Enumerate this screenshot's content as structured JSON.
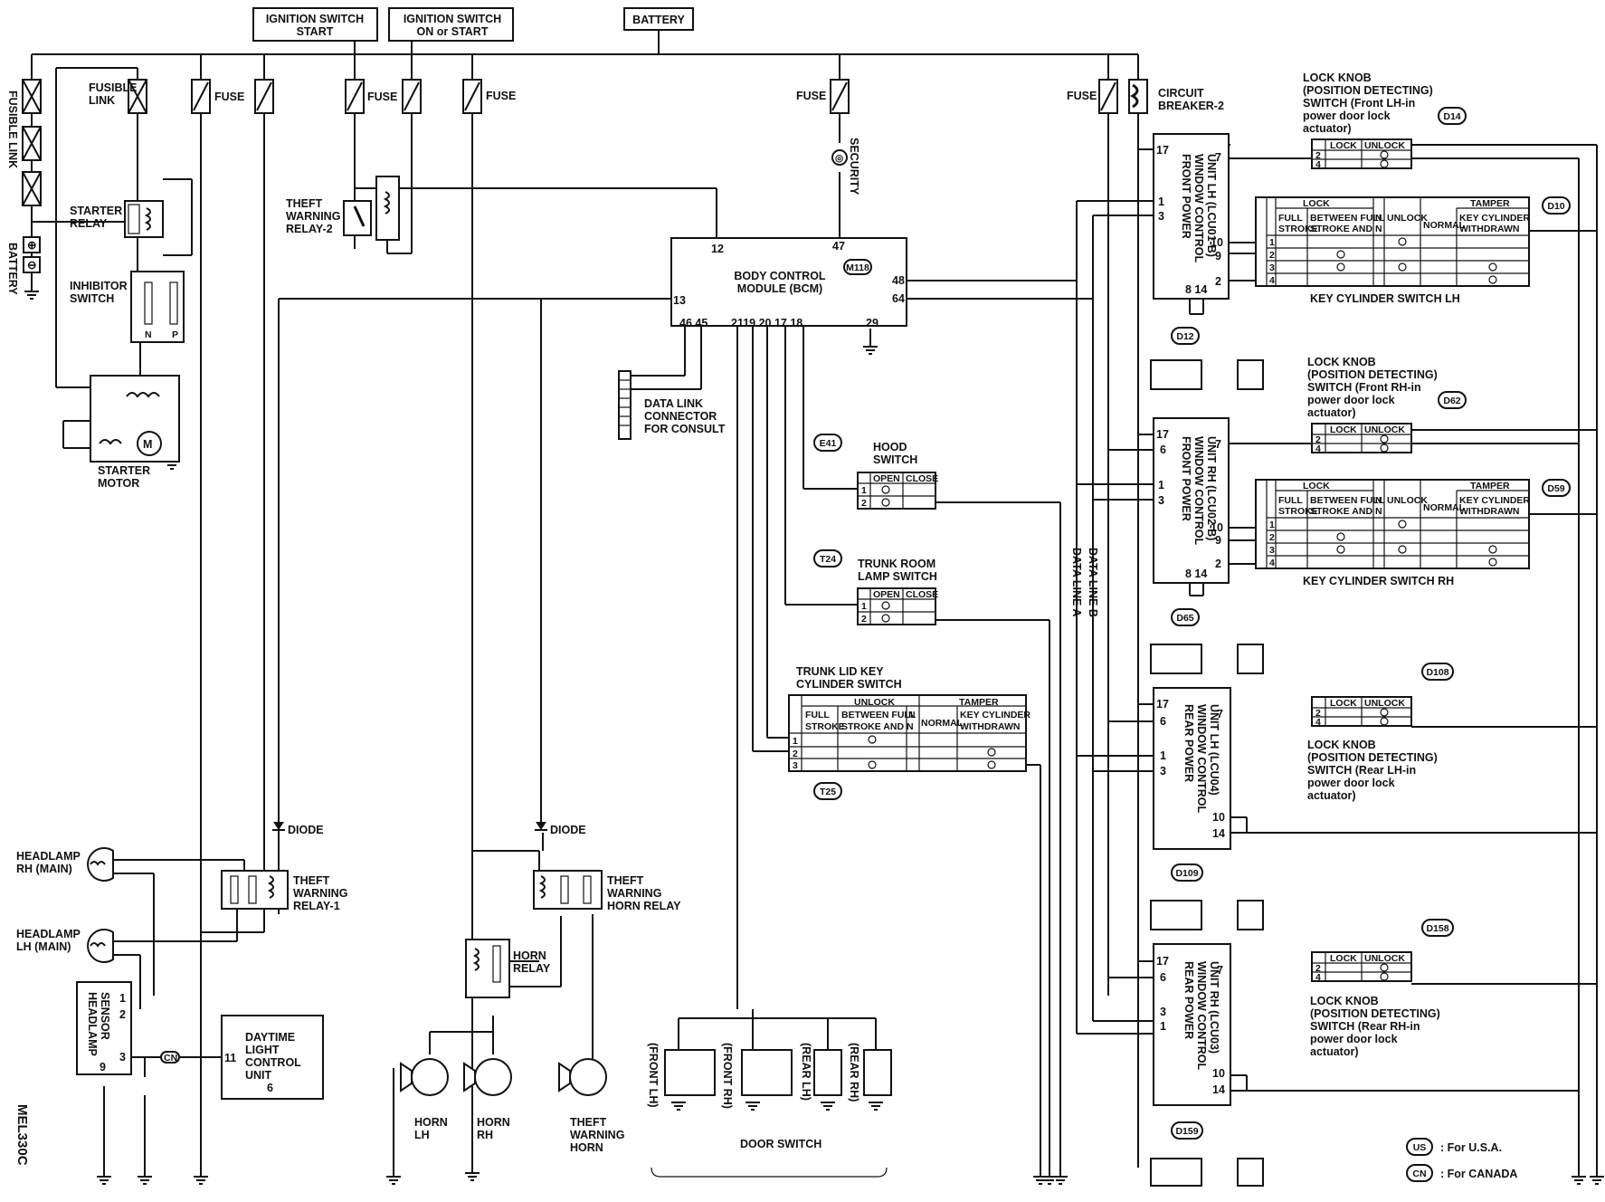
{
  "top": {
    "ign_start_1": "IGNITION SWITCH",
    "ign_start_2": "START",
    "ign_on_1": "IGNITION SWITCH",
    "ign_on_2": "ON or START",
    "battery": "BATTERY"
  },
  "labels": {
    "fusible_link_1": "FUSIBLE",
    "fusible_link_2": "LINK",
    "fusible_link_vertical": "FUSIBLE LINK",
    "battery_vertical": "BATTERY",
    "fuse": "FUSE",
    "circuit_breaker_1": "CIRCUIT",
    "circuit_breaker_2": "BREAKER-2",
    "starter_relay_1": "STARTER",
    "starter_relay_2": "RELAY",
    "inhibitor_1": "INHIBITOR",
    "inhibitor_2": "SWITCH",
    "inhibitor_n": "N",
    "inhibitor_p": "P",
    "motor_m": "M",
    "starter_motor_1": "STARTER",
    "starter_motor_2": "MOTOR",
    "relay2_1": "THEFT",
    "relay2_2": "WARNING",
    "relay2_3": "RELAY-2",
    "security": "SECURITY",
    "dlc_1": "DATA LINK",
    "dlc_2": "CONNECTOR",
    "dlc_3": "FOR CONSULT",
    "hood_1": "HOOD",
    "hood_2": "SWITCH",
    "trunk_lamp_1": "TRUNK ROOM",
    "trunk_lamp_2": "LAMP SWITCH",
    "trunk_lid_1": "TRUNK LID KEY",
    "trunk_lid_2": "CYLINDER SWITCH",
    "data_line_a": "DATA LINE A",
    "data_line_b": "DATA LINE B",
    "diode": "DIODE",
    "relay1_1": "THEFT",
    "relay1_2": "WARNING",
    "relay1_3": "RELAY-1",
    "headlamp_rh_1": "HEADLAMP",
    "headlamp_rh_2": "RH (MAIN)",
    "headlamp_lh_1": "HEADLAMP",
    "headlamp_lh_2": "LH (MAIN)",
    "headlamp_sensor_1": "HEADLAMP",
    "headlamp_sensor_2": "SENSOR",
    "drl_1": "DAYTIME",
    "drl_2": "LIGHT",
    "drl_3": "CONTROL",
    "drl_4": "UNIT",
    "diagram_code": "MEL330C",
    "horn_relay_theft_1": "THEFT",
    "horn_relay_theft_2": "WARNING",
    "horn_relay_theft_3": "HORN RELAY",
    "horn_relay_1": "HORN",
    "horn_relay_2": "RELAY",
    "horn_lh_1": "HORN",
    "horn_lh_2": "LH",
    "horn_rh_1": "HORN",
    "horn_rh_2": "RH",
    "theft_horn_1": "THEFT",
    "theft_horn_2": "WARNING",
    "theft_horn_3": "HORN",
    "door_front_lh": "(FRONT LH)",
    "door_front_rh": "(FRONT RH)",
    "door_rear_lh": "(REAR LH)",
    "door_rear_rh": "(REAR RH)",
    "door_switch": "DOOR SWITCH",
    "key_cyl_lh": "KEY CYLINDER SWITCH LH",
    "key_cyl_rh": "KEY CYLINDER SWITCH RH"
  },
  "bcm": {
    "line1": "BODY CONTROL",
    "line2": "MODULE (BCM)",
    "connector": "M118",
    "pin_12": "12",
    "pin_47": "47",
    "pin_13": "13",
    "pin_48": "48",
    "pin_64": "64",
    "pins_4645": "46 45",
    "pins_bottom": "2119 20 17 18",
    "pin_29": "29"
  },
  "switch": {
    "open": "OPEN",
    "close": "CLOSE"
  },
  "trunklid": {
    "unlock": "UNLOCK",
    "tamper": "TAMPER",
    "full_1": "FULL",
    "full_2": "STROKE",
    "between_1": "BETWEEN FULL",
    "between_2": "STROKE AND N",
    "n": "N",
    "normal": "NORMAL",
    "key_1": "KEY CYLINDER",
    "key_2": "WITHDRAWN"
  },
  "keycyl": {
    "lock": "LOCK",
    "tamper": "TAMPER",
    "full_1": "FULL",
    "full_2": "STROKE",
    "between_1": "BETWEEN FULL",
    "between_2": "STROKE AND N",
    "n": "N",
    "unlock": "UNLOCK",
    "normal": "NORMAL",
    "key_1": "KEY CYLINDER",
    "key_2": "WITHDRAWN"
  },
  "windows": {
    "front_lh_1": "FRONT POWER",
    "front_lh_2": "WINDOW CONTROL",
    "front_lh_3": "UNIT LH (LCU01-B)",
    "front_rh_1": "FRONT POWER",
    "front_rh_2": "WINDOW CONTROL",
    "front_rh_3": "UNIT RH (LCU02-B)",
    "rear_lh_1": "REAR POWER",
    "rear_lh_2": "WINDOW CONTROL",
    "rear_lh_3": "UNIT LH (LCU04)",
    "rear_rh_1": "REAR POWER",
    "rear_rh_2": "WINDOW CONTROL",
    "rear_rh_3": "UNIT RH (LCU03)"
  },
  "lockknob": {
    "lock": "LOCK",
    "unlock": "UNLOCK",
    "flh_1": "LOCK KNOB",
    "flh_2": "(POSITION DETECTING)",
    "flh_3": "SWITCH (Front LH-in",
    "flh_4": "power door lock",
    "flh_5": "actuator)",
    "frh_1": "LOCK KNOB",
    "frh_2": "(POSITION DETECTING)",
    "frh_3": "SWITCH (Front RH-in",
    "frh_4": "power door lock",
    "frh_5": "actuator)",
    "rlh_1": "LOCK KNOB",
    "rlh_2": "(POSITION DETECTING)",
    "rlh_3": "SWITCH (Rear LH-in",
    "rlh_4": "power door lock",
    "rlh_5": "actuator)",
    "rrh_1": "LOCK KNOB",
    "rrh_2": "(POSITION DETECTING)",
    "rrh_3": "SWITCH (Rear RH-in",
    "rrh_4": "power door lock",
    "rrh_5": "actuator)"
  },
  "connectors": {
    "e41": "E41",
    "t24": "T24",
    "t25": "T25",
    "d14": "D14",
    "d10": "D10",
    "d12": "D12",
    "d62": "D62",
    "d59": "D59",
    "d65": "D65",
    "d108": "D108",
    "d109": "D109",
    "d158": "D158",
    "d159": "D159"
  },
  "legend": {
    "us_code": "US",
    "us_text": ": For U.S.A.",
    "cn_code": "CN",
    "cn_text": ": For CANADA"
  }
}
